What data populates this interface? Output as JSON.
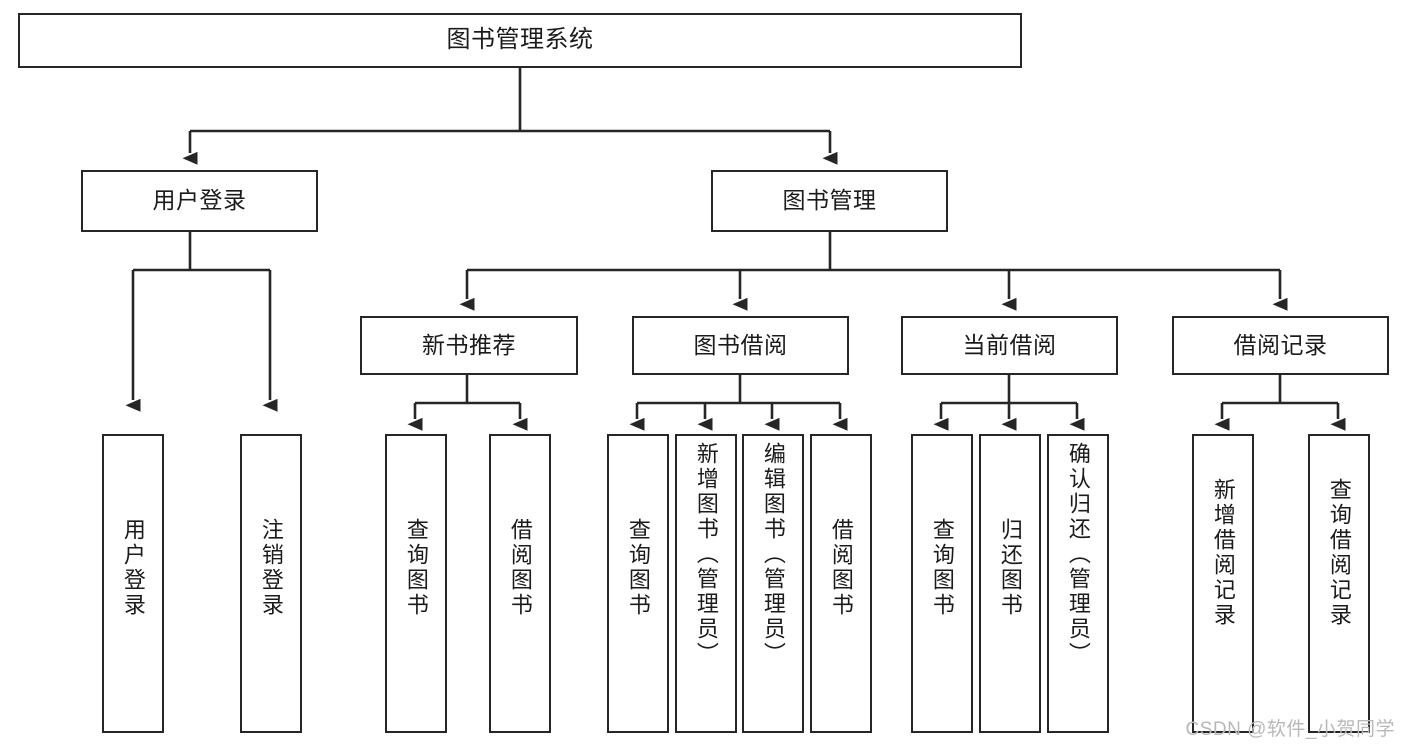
{
  "diagram": {
    "type": "tree-hierarchy",
    "title": "图书管理系统",
    "orientation": "top-down",
    "levels": 4
  },
  "nodes": {
    "root": {
      "label": "图书管理系统",
      "level": 1
    },
    "level2": [
      {
        "id": "user-login",
        "label": "用户登录"
      },
      {
        "id": "book-manage",
        "label": "图书管理"
      }
    ],
    "level3": [
      {
        "id": "new-book-recommend",
        "label": "新书推荐",
        "parent": "book-manage"
      },
      {
        "id": "book-borrow",
        "label": "图书借阅",
        "parent": "book-manage"
      },
      {
        "id": "current-borrow",
        "label": "当前借阅",
        "parent": "book-manage"
      },
      {
        "id": "borrow-record",
        "label": "借阅记录",
        "parent": "book-manage"
      }
    ],
    "level4": [
      {
        "id": "leaf-user-login",
        "label": "用户登录",
        "parent": "user-login"
      },
      {
        "id": "leaf-logout-login",
        "label": "注销登录",
        "parent": "user-login"
      },
      {
        "id": "leaf-query-book-1",
        "label": "查询图书",
        "parent": "new-book-recommend"
      },
      {
        "id": "leaf-borrow-book-1",
        "label": "借阅图书",
        "parent": "new-book-recommend"
      },
      {
        "id": "leaf-query-book-2",
        "label": "查询图书",
        "parent": "book-borrow"
      },
      {
        "id": "leaf-add-book",
        "label": "新增图书（管理员）",
        "parent": "book-borrow"
      },
      {
        "id": "leaf-edit-book",
        "label": "编辑图书（管理员）",
        "parent": "book-borrow"
      },
      {
        "id": "leaf-borrow-book-2",
        "label": "借阅图书",
        "parent": "book-borrow"
      },
      {
        "id": "leaf-query-book-3",
        "label": "查询图书",
        "parent": "current-borrow"
      },
      {
        "id": "leaf-return-book",
        "label": "归还图书",
        "parent": "current-borrow"
      },
      {
        "id": "leaf-confirm-return",
        "label": "确认归还（管理员）",
        "parent": "current-borrow"
      },
      {
        "id": "leaf-add-record",
        "label": "新增借阅记录",
        "parent": "borrow-record"
      },
      {
        "id": "leaf-query-record",
        "label": "查询借阅记录",
        "parent": "borrow-record"
      }
    ]
  },
  "watermark": {
    "text": "CSDN @软件_小贺同学"
  },
  "colors": {
    "stroke": "#262626",
    "fill": "#ffffff",
    "text": "#1b1b1b",
    "watermark": "#b9b9b9"
  }
}
